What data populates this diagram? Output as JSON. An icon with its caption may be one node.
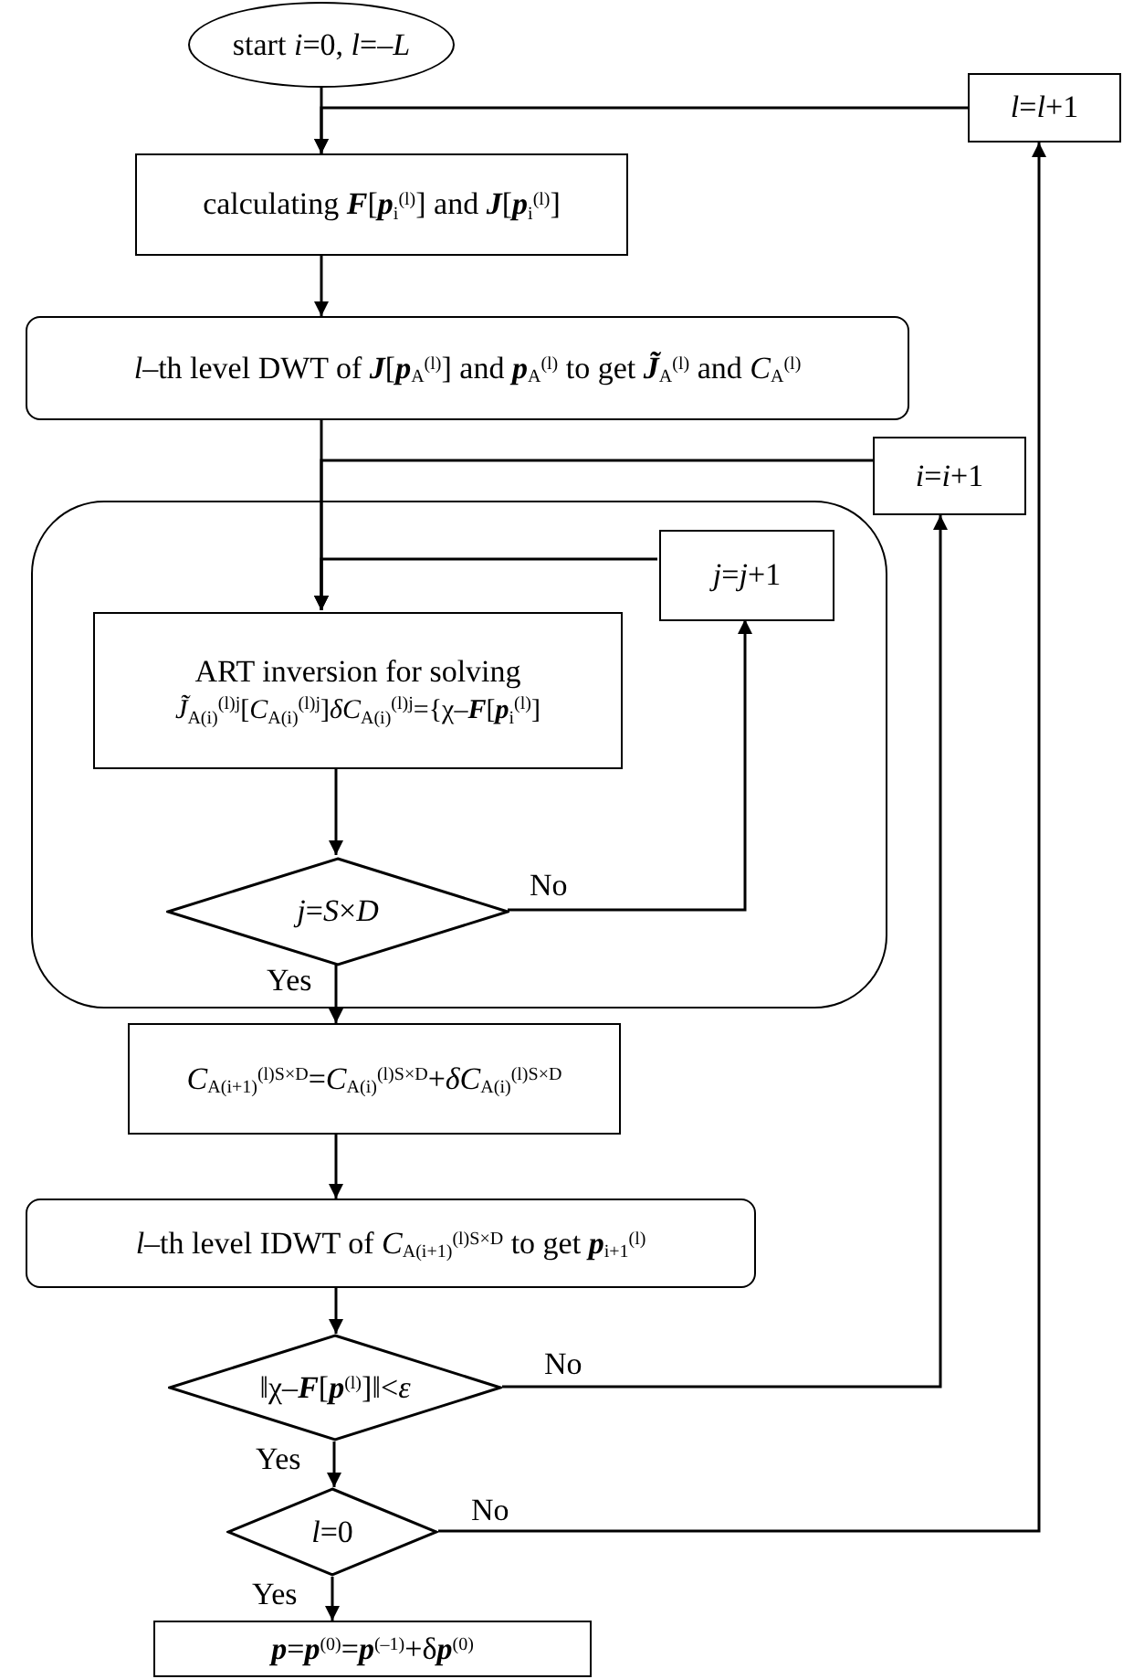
{
  "diagram": {
    "nodes": [
      {
        "text": [
          "start *i*=0, *l*=–*L*"
        ]
      },
      {
        "text": [
          "*l*=*l*+1"
        ]
      },
      {
        "text": [
          "calculating **F**[**p**$_{i}$$^{(l)}$] and **J**[**p**$_{i}$$^{(l)}$]"
        ]
      },
      {
        "text": [
          "*l*–th level DWT of **J**[**p**$_{A}$$^{(l)}$] and **p**$_{A}$$^{(l)}$ to get **J̃**$_{A}$$^{(l)}$ and *C*$_{A}$$^{(l)}$"
        ]
      },
      {
        "text": [
          "*i*=*i*+1"
        ]
      },
      {
        "text": [],
        "shape": "box"
      },
      {
        "text": [
          "ART inversion for solving",
          "*J̃*$_{A(i)}$$^{(l)j}$[*C*$_{A(i)}$$^{(l)j}$]*δC*$_{A(i)}$$^{(l)j}$={χ–**F**[**p**$_{i}$$^{(l)}$]"
        ],
        "in": 5
      },
      {
        "text": [
          "*j*=*j*+1"
        ],
        "in": 5
      },
      {
        "text": [
          "*j*=*S*×*D*"
        ],
        "in": 5
      },
      {
        "text": [
          "*C*$_{A(i+1)}$$^{(l)S×D}$=*C*$_{A(i)}$$^{(l)S×D}$+*δC*$_{A(i)}$$^{(l)S×D}$"
        ]
      },
      {
        "text": [
          "*l*–th level IDWT of *C*$_{A(i+1)}$$^{(l)S×D}$ to get **p**$_{i+1}$$^{(l)}$"
        ]
      },
      {
        "text": [
          "‖χ–**F**[**p**$^{(l)}$]‖<*ε*"
        ]
      },
      {
        "text": [
          "*l*=0"
        ]
      },
      {
        "text": [
          "**p**=**p**$^{(0)}$=**p**$^{(–1)}$+δ**p**$^{(0)}$"
        ]
      }
    ],
    "edges": [
      {
        "from": 0,
        "to": 2,
        "arrow": "to"
      },
      {
        "from": 1,
        "to": 2,
        "arrow": "to"
      },
      {
        "from": 2,
        "to": 3,
        "arrow": "to"
      },
      {
        "from": 3,
        "to": 6,
        "arrow": "to"
      },
      {
        "from": 4,
        "to": 6,
        "arrow": "to"
      },
      {
        "from": 7,
        "to": 6,
        "arrow": "to"
      },
      {
        "from": 6,
        "to": 8,
        "arrow": "to"
      },
      {
        "from": 8,
        "to": 7,
        "arrow": "to",
        "label": "No"
      },
      {
        "from": 8,
        "to": 9,
        "arrow": "to",
        "label": "Yes"
      },
      {
        "from": 9,
        "to": 10,
        "arrow": "to"
      },
      {
        "from": 10,
        "to": 11,
        "arrow": "to"
      },
      {
        "from": 11,
        "to": 4,
        "arrow": "to",
        "label": "No"
      },
      {
        "from": 11,
        "to": 12,
        "arrow": "to",
        "label": "Yes"
      },
      {
        "from": 12,
        "to": 1,
        "arrow": "to",
        "label": "No"
      },
      {
        "from": 12,
        "to": 13,
        "arrow": "to",
        "label": "Yes"
      }
    ]
  }
}
